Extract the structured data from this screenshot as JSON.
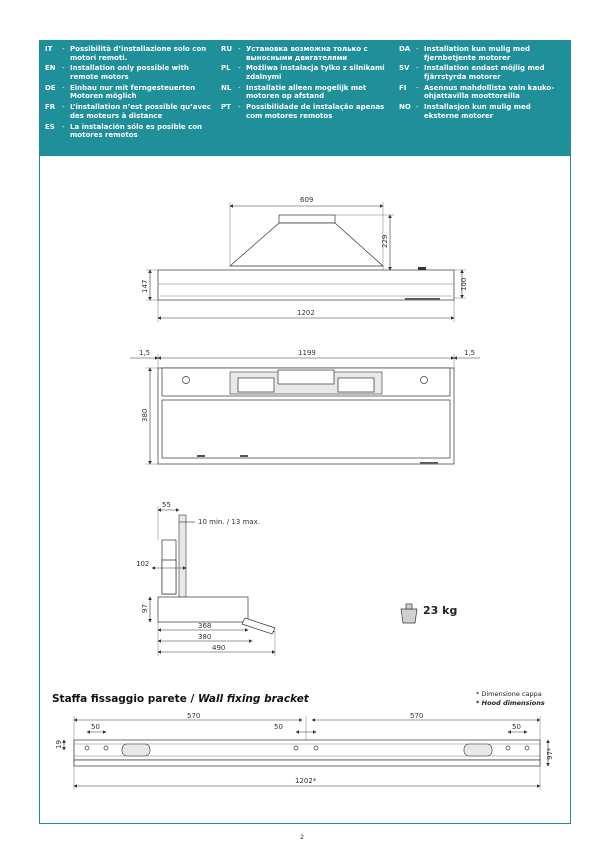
{
  "languages": {
    "col1": [
      {
        "code": "IT",
        "text": "Possibilità d’installazione solo con motori remoti."
      },
      {
        "code": "EN",
        "text": "Installation only possible with remote motors"
      },
      {
        "code": "DE",
        "text": "Einbau nur mit ferngesteuerten Motoren möglich"
      },
      {
        "code": "FR",
        "text": "L’installation n’est possible qu’avec des moteurs à distance"
      },
      {
        "code": "ES",
        "text": "La instalación sólo es posible con motores remotos"
      }
    ],
    "col2": [
      {
        "code": "RU",
        "text": "Установка возможна только с выносными двигателями"
      },
      {
        "code": "PL",
        "text": "Możliwa instalacja tylko z silnikami zdalnymi"
      },
      {
        "code": "NL",
        "text": "Installatie alleen mogelijk met motoren op afstand"
      },
      {
        "code": "PT",
        "text": "Possibilidade de instalação apenas com motores remotos"
      }
    ],
    "col3": [
      {
        "code": "DA",
        "text": "Installation kun mulig med fjernbetjente motorer"
      },
      {
        "code": "SV",
        "text": "Installation endast möjlig med fjärrstyrda motorer"
      },
      {
        "code": "FI",
        "text": "Asennus mahdollista vain kauko-ohjattavilla moottoreilla"
      },
      {
        "code": "NO",
        "text": "Installasjon kun mulig med eksterne motorer"
      }
    ]
  },
  "dims": {
    "top_width": "609",
    "top_height": "229",
    "side_left": "147",
    "side_right": "100",
    "total_width": "1202",
    "plan_left": "1,5",
    "plan_width": "1199",
    "plan_right": "1,5",
    "plan_depth": "380",
    "side_55": "55",
    "side_gap": "10 min. / 13 max.",
    "side_102": "102",
    "side_97": "97",
    "side_368": "368",
    "side_380": "380",
    "side_490": "490",
    "bracket_570_left": "570",
    "bracket_570_right": "570",
    "bracket_50_a": "50",
    "bracket_50_b": "50",
    "bracket_50_c": "50",
    "bracket_19": "19",
    "bracket_97": "97*",
    "bracket_total": "1202*"
  },
  "weight": "23 kg",
  "section": {
    "title_it": "Staffa fissaggio parete / ",
    "title_en": "Wall fixing bracket"
  },
  "legend": {
    "it": "* Dimensione cappa",
    "en": "* Hood dimensions"
  },
  "page_number": "2"
}
